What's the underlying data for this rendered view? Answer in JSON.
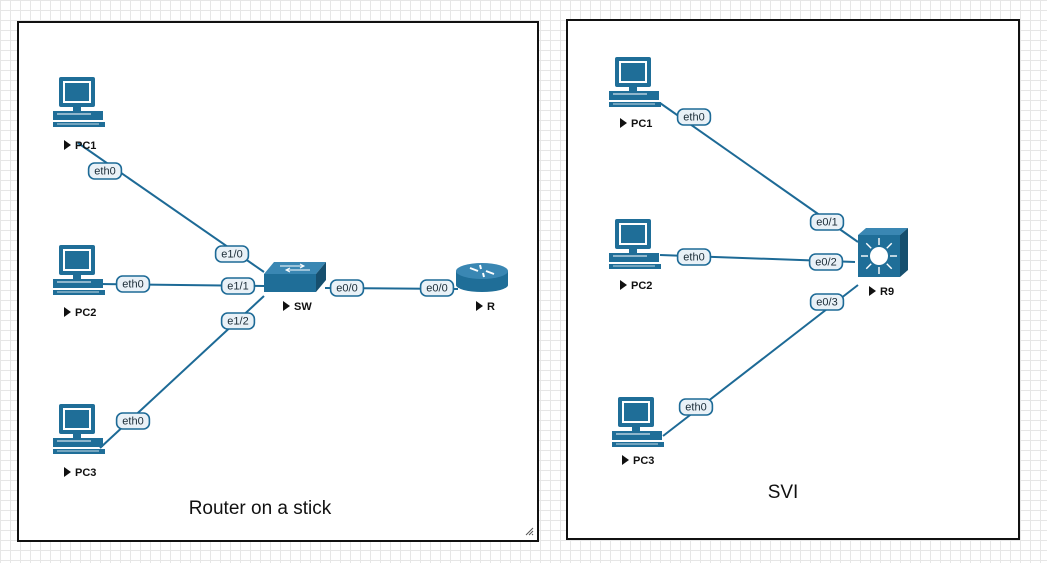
{
  "topologies": [
    {
      "caption": "Router on a stick",
      "nodes": [
        {
          "id": "pc1",
          "label": "PC1",
          "kind": "pc"
        },
        {
          "id": "pc2",
          "label": "PC2",
          "kind": "pc"
        },
        {
          "id": "pc3",
          "label": "PC3",
          "kind": "pc"
        },
        {
          "id": "sw",
          "label": "SW",
          "kind": "switch"
        },
        {
          "id": "r",
          "label": "R",
          "kind": "router"
        }
      ],
      "links": [
        {
          "a": "pc1",
          "a_if": "eth0",
          "b": "sw",
          "b_if": "e1/0"
        },
        {
          "a": "pc2",
          "a_if": "eth0",
          "b": "sw",
          "b_if": "e1/1"
        },
        {
          "a": "pc3",
          "a_if": "eth0",
          "b": "sw",
          "b_if": "e1/2"
        },
        {
          "a": "sw",
          "a_if": "e0/0",
          "b": "r",
          "b_if": "e0/0"
        }
      ]
    },
    {
      "caption": "SVI",
      "nodes": [
        {
          "id": "pc1",
          "label": "PC1",
          "kind": "pc"
        },
        {
          "id": "pc2",
          "label": "PC2",
          "kind": "pc"
        },
        {
          "id": "pc3",
          "label": "PC3",
          "kind": "pc"
        },
        {
          "id": "r9",
          "label": "R9",
          "kind": "l3switch"
        }
      ],
      "links": [
        {
          "a": "pc1",
          "a_if": "eth0",
          "b": "r9",
          "b_if": "e0/1"
        },
        {
          "a": "pc2",
          "a_if": "eth0",
          "b": "r9",
          "b_if": "e0/2"
        },
        {
          "a": "pc3",
          "a_if": "eth0",
          "b": "r9",
          "b_if": "e0/3"
        }
      ]
    }
  ],
  "colors": {
    "device": "#1f6e98",
    "link": "#1d6a96",
    "frame": "#111111"
  },
  "icons": {
    "pc": "desktop-pc-icon",
    "switch": "switch-icon",
    "router": "router-icon",
    "l3switch": "layer3-switch-icon"
  }
}
